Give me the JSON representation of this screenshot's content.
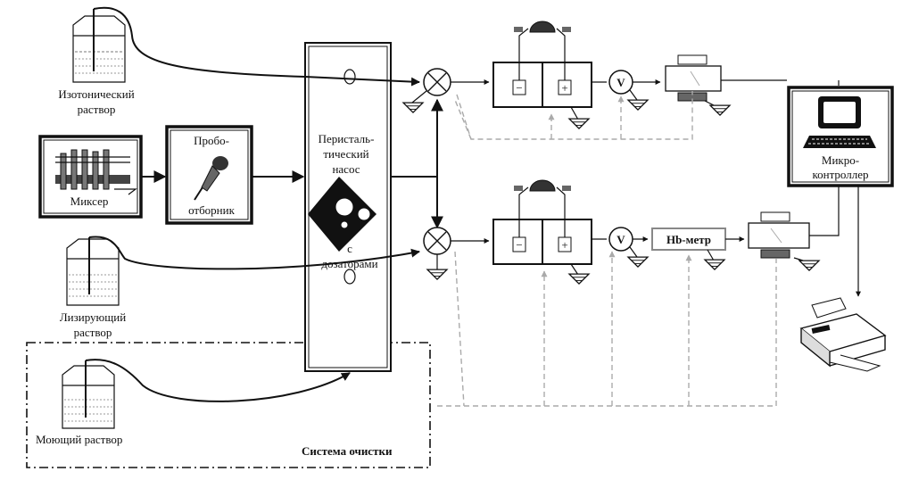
{
  "labels": {
    "isotonic": [
      "Изотонический",
      "раствор"
    ],
    "lysing": [
      "Лизирующий",
      "раствор"
    ],
    "washing": "Моющий раствор",
    "mixer": "Миксер",
    "sampler": [
      "Пробо-",
      "отборник"
    ],
    "pump": [
      "Перисталь-",
      "тический",
      "насос"
    ],
    "dispensers": [
      "с",
      "дозаторами"
    ],
    "hb_meter": "Hb-метр",
    "controller": [
      "Микро-",
      "контроллер"
    ],
    "cleaning_system": "Система очистки",
    "voltmeter_symbol": "V",
    "minus": "−",
    "plus": "+"
  }
}
